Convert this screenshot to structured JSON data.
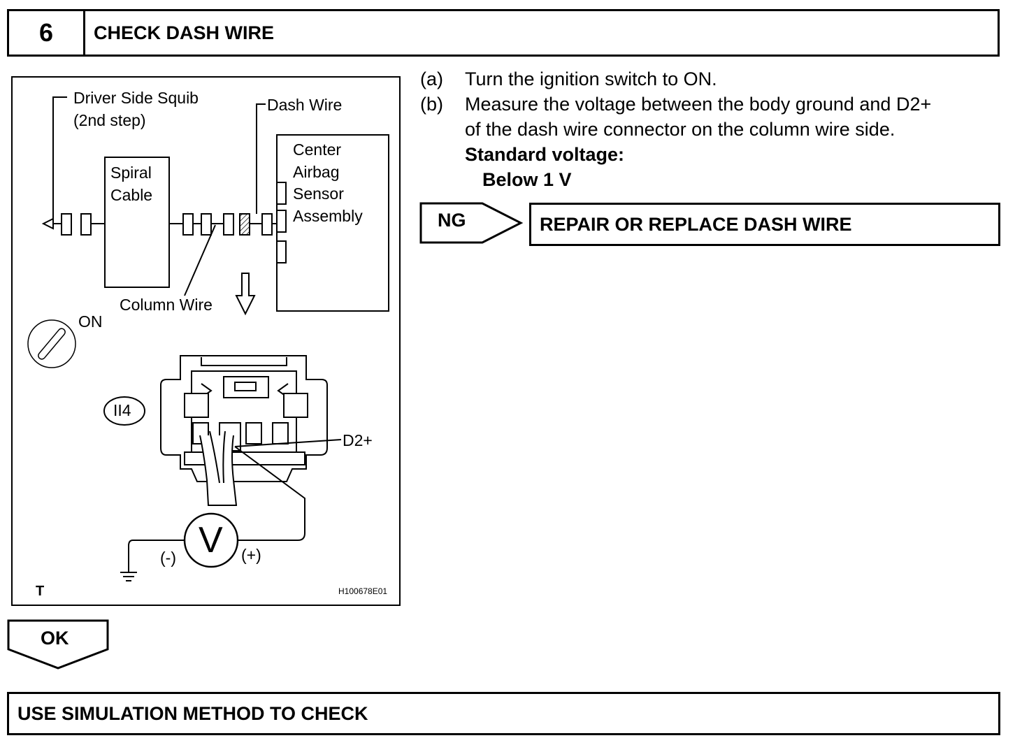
{
  "header": {
    "step_number": "6",
    "title": "CHECK DASH WIRE"
  },
  "figure": {
    "labels": {
      "driver_squib_line1": "Driver Side Squib",
      "driver_squib_line2": "(2nd step)",
      "dash_wire": "Dash Wire",
      "spiral_line1": "Spiral",
      "spiral_line2": "Cable",
      "center_line1": "Center",
      "center_line2": "Airbag",
      "center_line3": "Sensor",
      "center_line4": "Assembly",
      "column_wire": "Column Wire",
      "ignition_on": "ON",
      "connector_code": "II4",
      "terminal": "D2+",
      "meter_symbol": "V",
      "minus": "(-)",
      "plus": "(+)",
      "corner_mark": "T",
      "figure_id": "H100678E01"
    },
    "icons": [
      "ignition-switch-icon",
      "down-arrow-icon",
      "ground-symbol-icon",
      "voltmeter-icon",
      "connector-icon"
    ]
  },
  "instructions": {
    "a_marker": "(a)",
    "a_text": "Turn the ignition switch to ON.",
    "b_marker": "(b)",
    "b_text_line1": "Measure the voltage between the body ground and D2+",
    "b_text_line2": "of the dash wire connector on the column wire side.",
    "standard_label": "Standard voltage:",
    "standard_value": "Below 1 V"
  },
  "ng_branch": {
    "label": "NG",
    "result": "REPAIR OR REPLACE DASH WIRE"
  },
  "ok_branch": {
    "label": "OK"
  },
  "final_step": {
    "text": "USE SIMULATION METHOD TO CHECK"
  }
}
